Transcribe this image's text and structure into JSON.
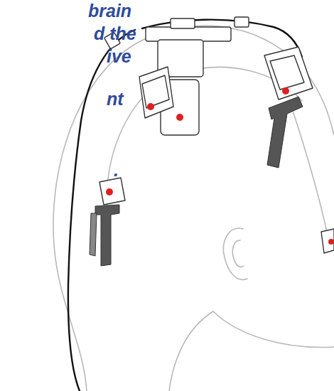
{
  "diagram": {
    "labels": [
      "brain",
      "d the",
      "ive",
      "nt",
      "."
    ]
  }
}
